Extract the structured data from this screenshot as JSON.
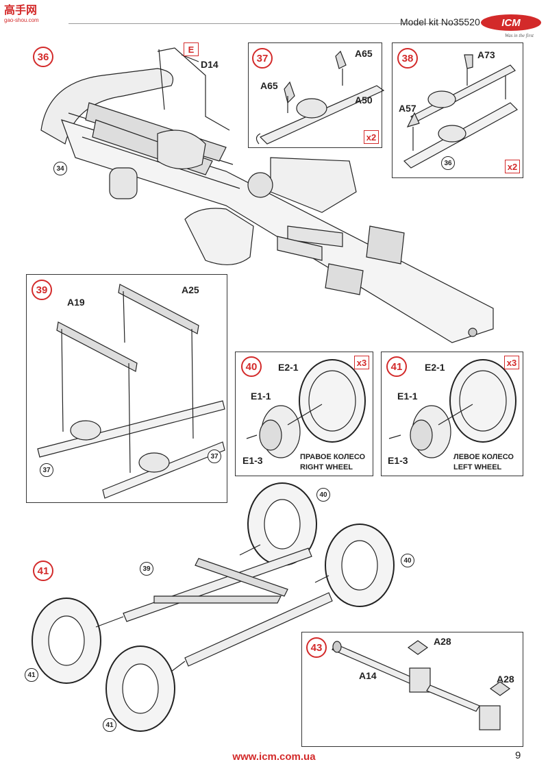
{
  "header": {
    "model_kit": "Model kit No35520",
    "logo_text": "ICM",
    "logo_tagline": "Was in the first",
    "watermark": "gao-shou.com"
  },
  "steps": {
    "s36": {
      "number": "36",
      "labels": {
        "e": "E",
        "d14": "D14"
      },
      "refs": {
        "r34": "34"
      }
    },
    "s37": {
      "number": "37",
      "labels": {
        "a65_right": "A65",
        "a65_left": "A65",
        "a50": "A50"
      },
      "multiplier": "x2"
    },
    "s38": {
      "number": "38",
      "labels": {
        "a73": "A73",
        "a57": "A57"
      },
      "refs": {
        "r36": "36"
      },
      "multiplier": "x2"
    },
    "s39": {
      "number": "39",
      "labels": {
        "a19": "A19",
        "a25": "A25"
      },
      "refs": {
        "r37a": "37",
        "r37b": "37"
      }
    },
    "s40": {
      "number": "40",
      "labels": {
        "e21": "E2-1",
        "e11": "E1-1",
        "e13": "E1-3"
      },
      "caption_ru": "ПРАВОЕ КОЛЕСО",
      "caption_en": "RIGHT WHEEL",
      "multiplier": "x3"
    },
    "s41a": {
      "number": "41",
      "labels": {
        "e21": "E2-1",
        "e11": "E1-1",
        "e13": "E1-3"
      },
      "caption_ru": "ЛЕВОЕ КОЛЕСО",
      "caption_en": "LEFT WHEEL",
      "multiplier": "x3"
    },
    "s41b": {
      "number": "41",
      "refs": {
        "r40a": "40",
        "r40b": "40",
        "r39": "39",
        "r41a": "41",
        "r41b": "41"
      }
    },
    "s43": {
      "number": "43",
      "labels": {
        "a28_top": "A28",
        "a14": "A14",
        "a28_right": "A28"
      }
    }
  },
  "footer": {
    "website": "www.icm.com.ua",
    "page_number": "9"
  },
  "colors": {
    "accent": "#d32a2a",
    "line": "#222222"
  }
}
